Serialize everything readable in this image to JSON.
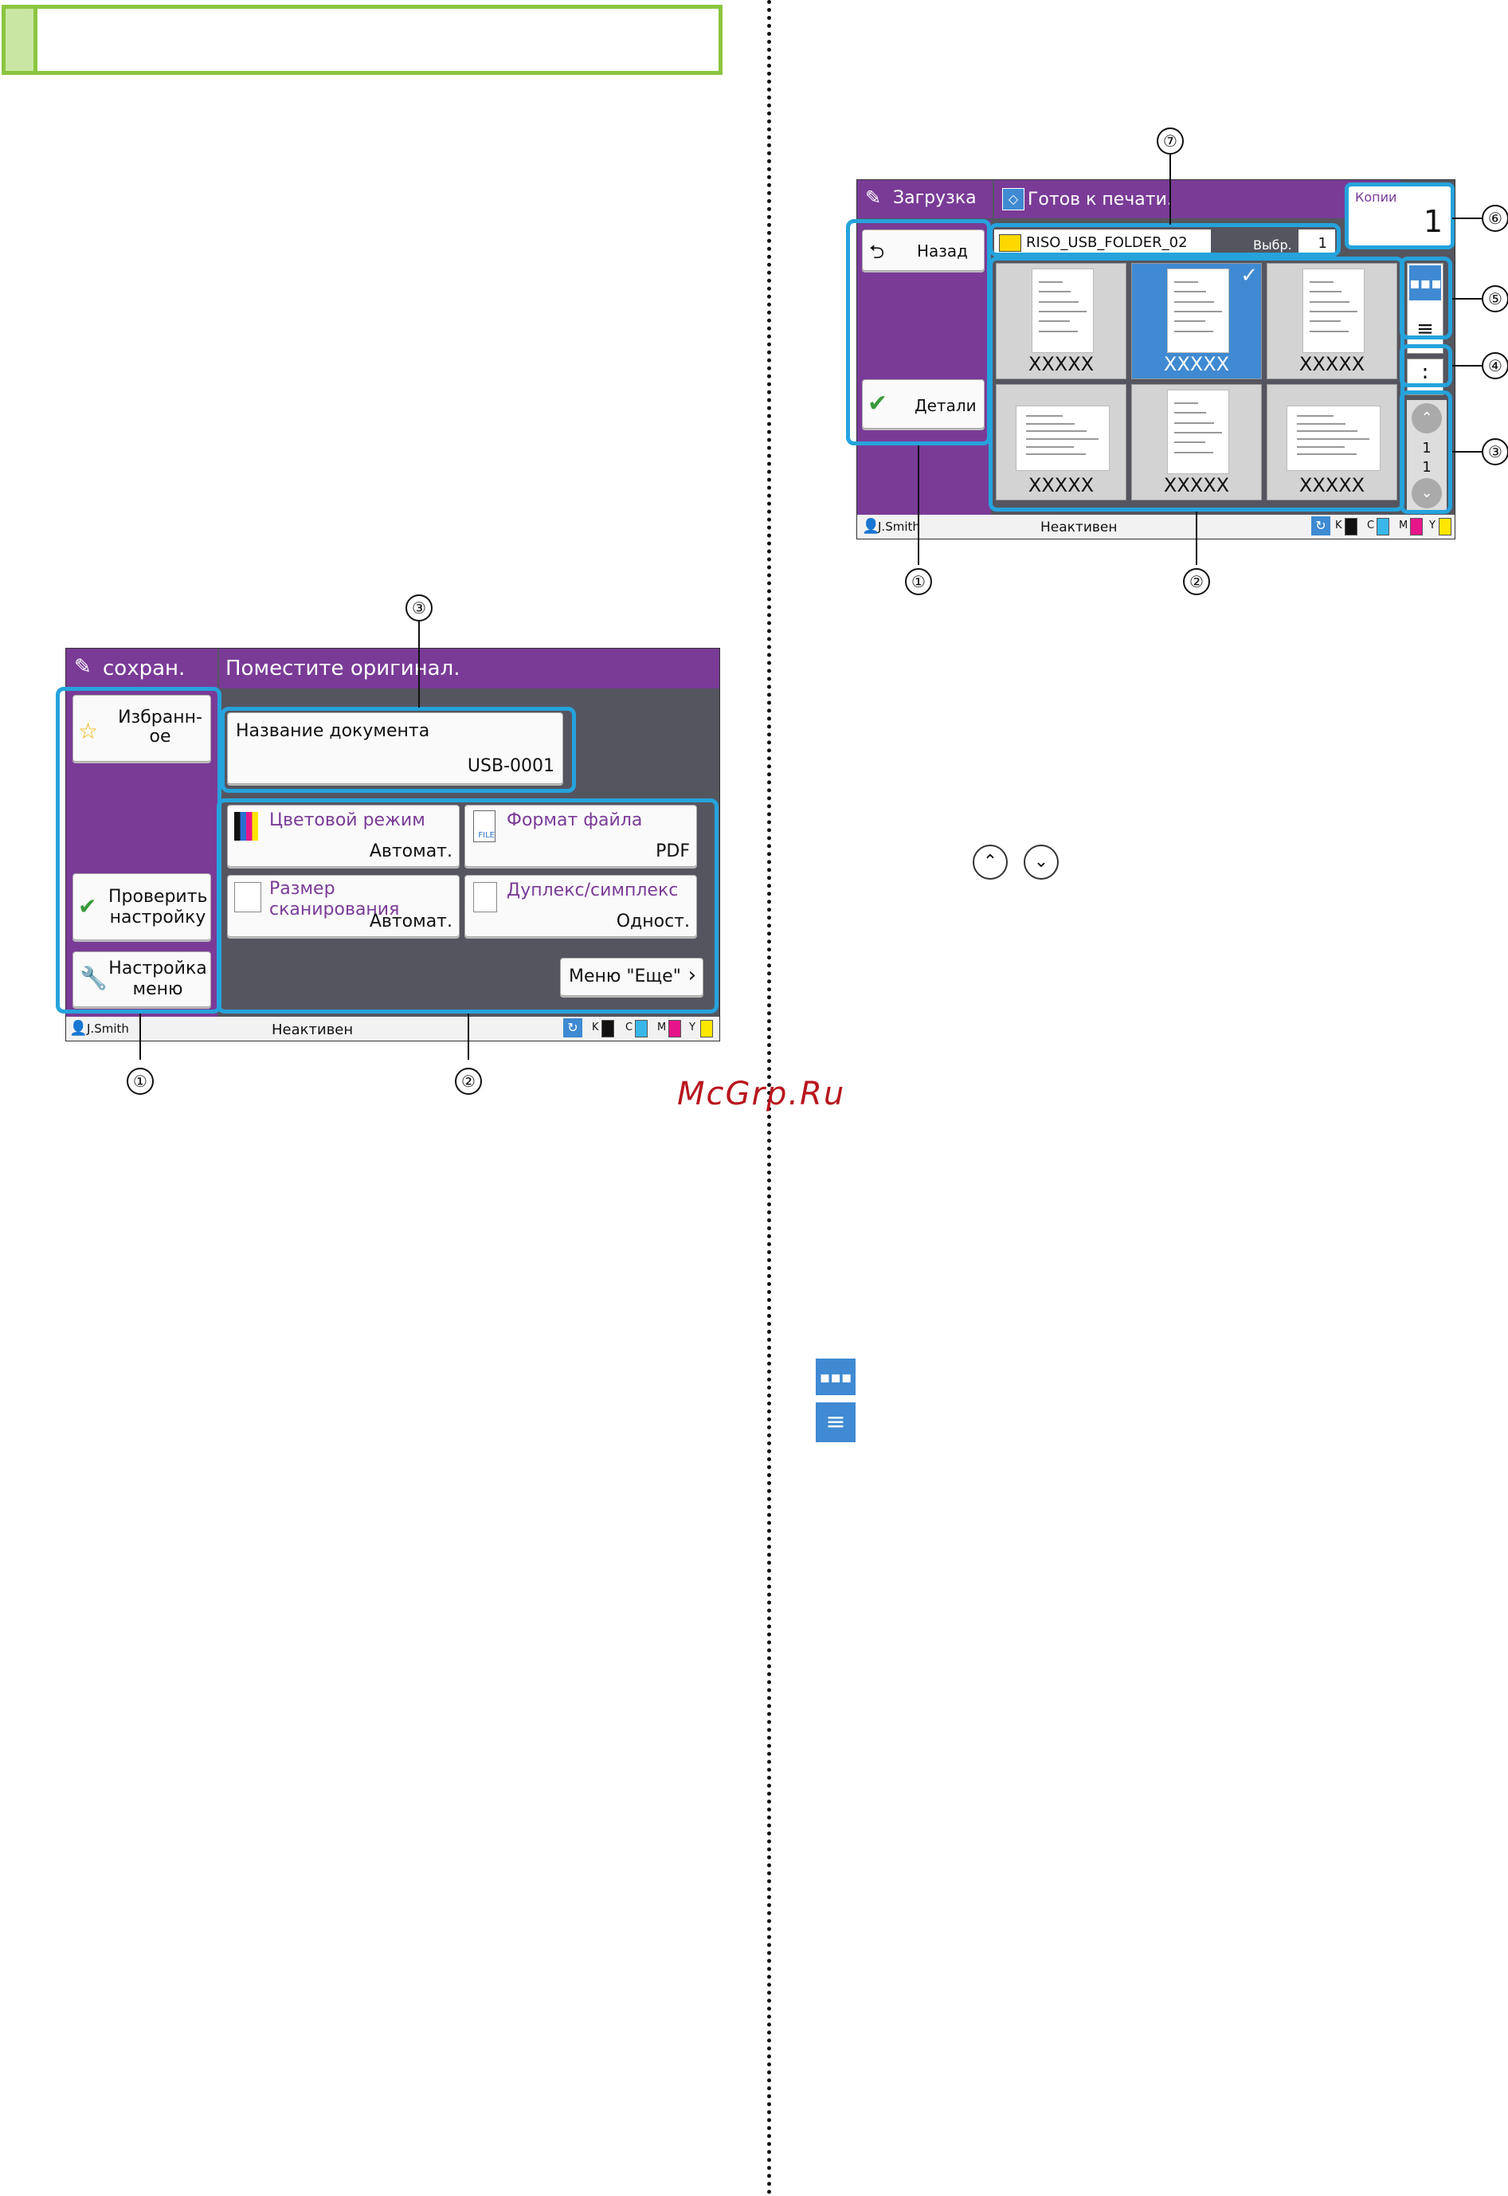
{
  "watermark": "McGrp.Ru",
  "left_screen": {
    "mode_label": "сохран.",
    "message": "Поместите оригинал.",
    "favorites_label": "Избранн-\nое",
    "check_settings_label": "Проверить\nнастройку",
    "menu_settings_label": "Настройка\nменю",
    "document_name_label": "Название документа",
    "document_name_value": "USB-0001",
    "tiles": [
      {
        "label": "Цветовой режим",
        "value": "Автомат."
      },
      {
        "label": "Формат файла",
        "value": "PDF"
      },
      {
        "label": "Размер\nсканирования",
        "value": "Автомат."
      },
      {
        "label": "Дуплекс/симплекс",
        "value": "Одност."
      }
    ],
    "more_menu_label": "Меню \"Еще\"",
    "status": {
      "user": "J.Smith",
      "state": "Неактивен",
      "ink_k": "K",
      "ink_c": "C",
      "ink_m": "M",
      "ink_y": "Y"
    },
    "callouts": {
      "c1": "①",
      "c2": "②",
      "c3": "③"
    }
  },
  "right_screen": {
    "mode_label": "Загрузка",
    "message": "Готов к печати.",
    "copies_label": "Копии",
    "copies_value": "1",
    "back_label": "Назад",
    "details_label": "Детали",
    "folder_name": "RISO_USB_FOLDER_02",
    "selected_label": "Выбр.",
    "selected_count": "1",
    "thumbnails": [
      "XXXXX",
      "XXXXX",
      "XXXXX",
      "XXXXX",
      "XXXXX",
      "XXXXX"
    ],
    "page_current": "1",
    "page_total": "1",
    "status": {
      "user": "J.Smith",
      "state": "Неактивен",
      "ink_k": "K",
      "ink_c": "C",
      "ink_m": "M",
      "ink_y": "Y"
    },
    "callouts": {
      "c1": "①",
      "c2": "②",
      "c3": "③",
      "c4": "④",
      "c5": "⑤",
      "c6": "⑥",
      "c7": "⑦"
    }
  },
  "colors": {
    "accent_purple": "#7a3b97",
    "highlight_blue": "#25a3dc",
    "heading_green": "#8bc53f",
    "watermark_red": "#b8151e"
  }
}
